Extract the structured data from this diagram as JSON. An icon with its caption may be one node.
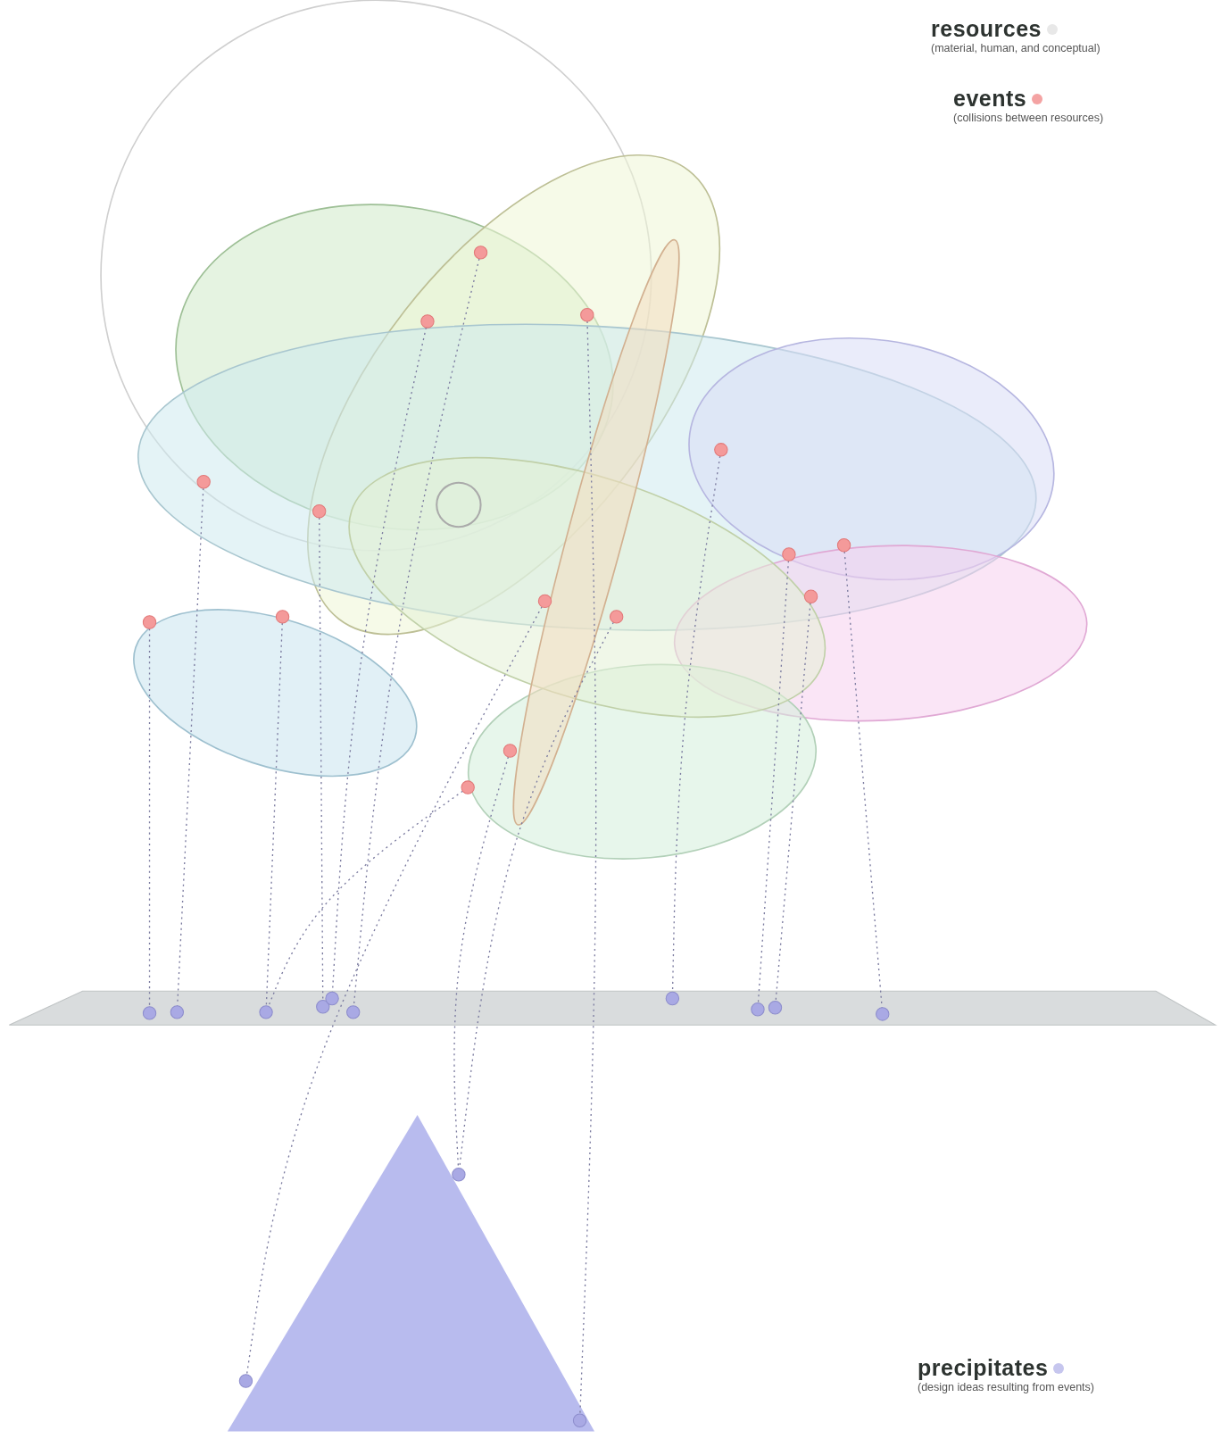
{
  "diagram": {
    "nodes": [
      {
        "text": [],
        "shape": "circle"
      },
      {
        "text": [],
        "shape": "circle"
      },
      {
        "text": [],
        "shape": "circle"
      },
      {
        "text": [],
        "shape": "circle"
      },
      {
        "text": [],
        "shape": "circle"
      },
      {
        "text": [],
        "shape": "circle"
      },
      {
        "text": [],
        "shape": "circle"
      },
      {
        "text": [],
        "shape": "circle"
      },
      {
        "text": [],
        "shape": "circle"
      },
      {
        "text": [],
        "shape": "circle"
      },
      {
        "text": [],
        "shape": "circle"
      },
      {
        "text": [],
        "shape": "circle"
      },
      {
        "text": [],
        "shape": "circle"
      },
      {
        "text": [],
        "shape": "circle"
      },
      {
        "text": [],
        "shape": "circle"
      },
      {
        "text": [],
        "shape": "circle"
      },
      {
        "text": [],
        "shape": "circle"
      },
      {
        "text": [],
        "shape": "circle"
      },
      {
        "text": [],
        "shape": "circle"
      },
      {
        "text": [],
        "shape": "circle"
      },
      {
        "text": [],
        "shape": "circle"
      },
      {
        "text": [],
        "shape": "circle"
      },
      {
        "text": [],
        "shape": "circle"
      },
      {
        "text": [],
        "shape": "circle"
      },
      {
        "text": [],
        "shape": "circle"
      },
      {
        "text": [],
        "shape": "circle"
      },
      {
        "text": [],
        "shape": "circle"
      },
      {
        "text": [],
        "shape": "circle"
      }
    ],
    "edges": [
      {
        "from": 0,
        "to": 15,
        "arrow": "none",
        "style": "dashed"
      },
      {
        "from": 1,
        "to": 16,
        "arrow": "none",
        "style": "dashed"
      },
      {
        "from": 2,
        "to": 17,
        "arrow": "none",
        "style": "dashed"
      },
      {
        "from": 3,
        "to": 18,
        "arrow": "none",
        "style": "dashed"
      },
      {
        "from": 4,
        "to": 19,
        "arrow": "none",
        "style": "dashed"
      },
      {
        "from": 5,
        "to": 20,
        "arrow": "none",
        "style": "dashed"
      },
      {
        "from": 6,
        "to": 17,
        "arrow": "none",
        "style": "dashed"
      },
      {
        "from": 7,
        "to": 25,
        "arrow": "none",
        "style": "dashed"
      },
      {
        "from": 8,
        "to": 27,
        "arrow": "none",
        "style": "dashed"
      },
      {
        "from": 9,
        "to": 25,
        "arrow": "none",
        "style": "dashed"
      },
      {
        "from": 10,
        "to": 21,
        "arrow": "none",
        "style": "dashed"
      },
      {
        "from": 11,
        "to": 22,
        "arrow": "none",
        "style": "dashed"
      },
      {
        "from": 12,
        "to": 23,
        "arrow": "none",
        "style": "dashed"
      },
      {
        "from": 13,
        "to": 24,
        "arrow": "none",
        "style": "dashed"
      },
      {
        "from": 14,
        "to": 26,
        "arrow": "none",
        "style": "dashed"
      }
    ],
    "labels": [
      "(material, human, and conceptual)",
      "(collisions between resources)",
      "(design ideas resulting from events)"
    ],
    "legend": [
      {
        "text": "resources",
        "color": "#e8e8e8"
      },
      {
        "text": "events",
        "color": "#f4a3a3"
      },
      {
        "text": "precipitates",
        "color": "#c6c6ee"
      }
    ]
  }
}
